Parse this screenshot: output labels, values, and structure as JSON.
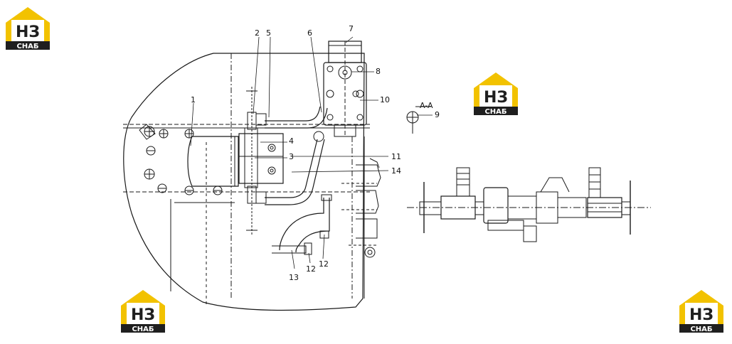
{
  "brand": {
    "logo_letters": "НЗ",
    "logo_caption": "СНАБ",
    "colors": {
      "yellow": "#f2c200",
      "dark": "#1f1f1f",
      "white": "#ffffff"
    }
  },
  "drawing": {
    "line_color": "#1a1a1a",
    "section_label": "A-A",
    "callouts": {
      "c1": "1",
      "c2": "2",
      "c3": "3",
      "c4": "4",
      "c5": "5",
      "c6": "6",
      "c7": "7",
      "c8": "8",
      "c9": "9",
      "c10": "10",
      "c11": "11",
      "c12a": "12",
      "c12b": "12",
      "c13": "13",
      "c14": "14"
    }
  }
}
